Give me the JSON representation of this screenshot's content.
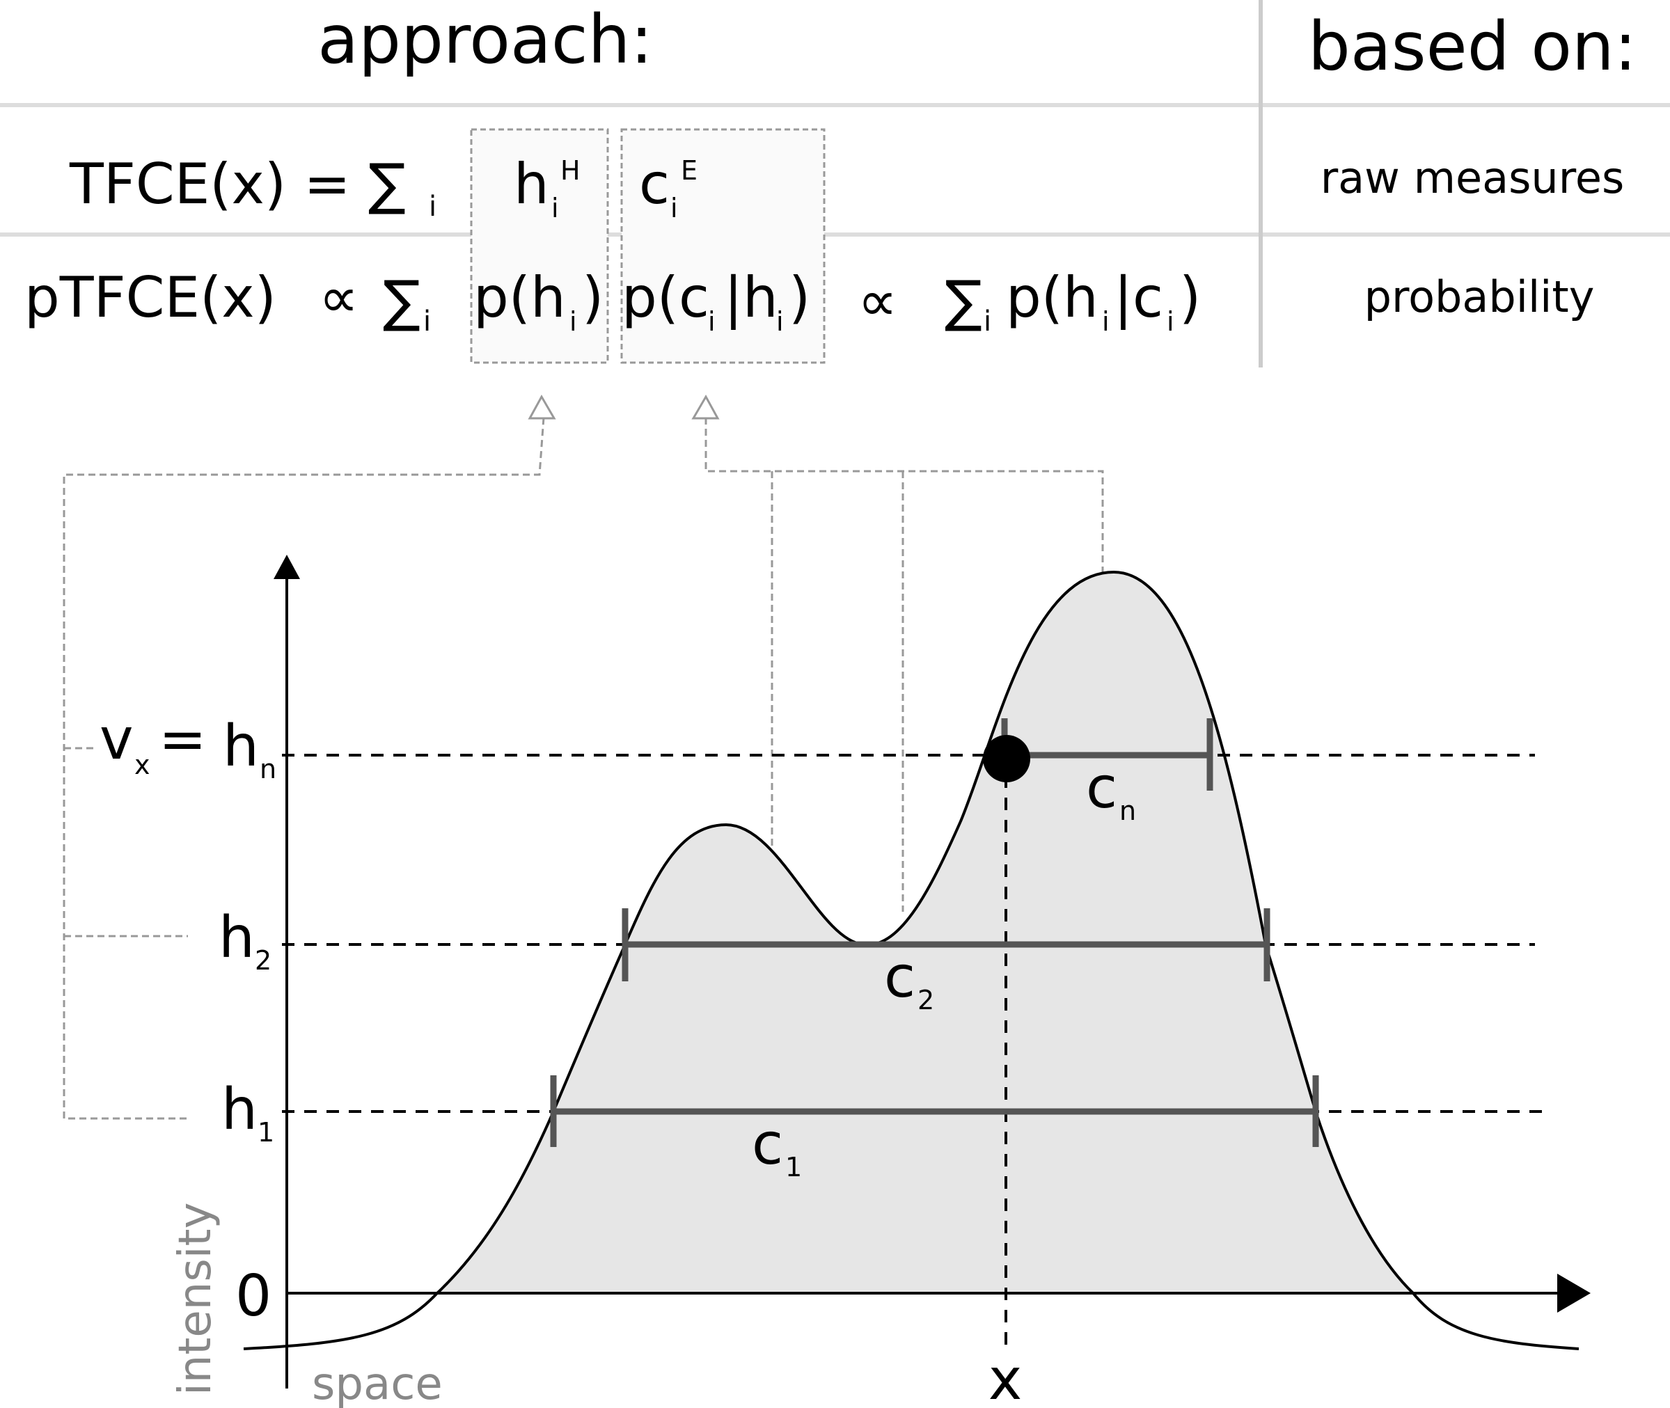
{
  "header": {
    "approach": "approach:",
    "based_on": "based on:"
  },
  "rows": {
    "tfce": {
      "lhs": "TFCE(x) = ∑",
      "sum_sub": "i",
      "h_base": "h",
      "h_sub": "i",
      "h_sup": "H",
      "c_base": "c",
      "c_sub": "i",
      "c_sup": "E",
      "basis": "raw measures"
    },
    "ptfce": {
      "lhs": "pTFCE(x)",
      "prop1": "∝",
      "sum": "∑",
      "sum_sub": "i",
      "p_h_open": "p(h",
      "p_h_sub": "i",
      "p_h_close": ")",
      "p_c_open": "p(c",
      "p_c_sub": "i",
      "p_c_mid": "|h",
      "p_c_sub2": "i",
      "p_c_close": ")",
      "prop2": "∝",
      "sum2": "∑",
      "sum2_sub": "i",
      "rhs_open": "p(h",
      "rhs_sub": "i",
      "rhs_mid": "|c",
      "rhs_sub2": "i",
      "rhs_close": ")",
      "basis": "probability"
    }
  },
  "plot": {
    "vx": "v",
    "vx_sub": "x",
    "equals": "=",
    "levels": [
      {
        "base": "h",
        "sub": "n"
      },
      {
        "base": "h",
        "sub": "2"
      },
      {
        "base": "h",
        "sub": "1"
      }
    ],
    "components": [
      {
        "base": "c",
        "sub": "n"
      },
      {
        "base": "c",
        "sub": "2"
      },
      {
        "base": "c",
        "sub": "1"
      }
    ],
    "zero": "0",
    "x_label": "x",
    "y_axis_label": "intensity",
    "x_axis_label": "space"
  },
  "colors": {
    "ink": "#000000",
    "bar": "#555555",
    "fill": "#e6e6e6",
    "guide": "#999999",
    "rule": "#dddddd",
    "box_fill": "#fafafa",
    "axis_label": "#888888"
  }
}
